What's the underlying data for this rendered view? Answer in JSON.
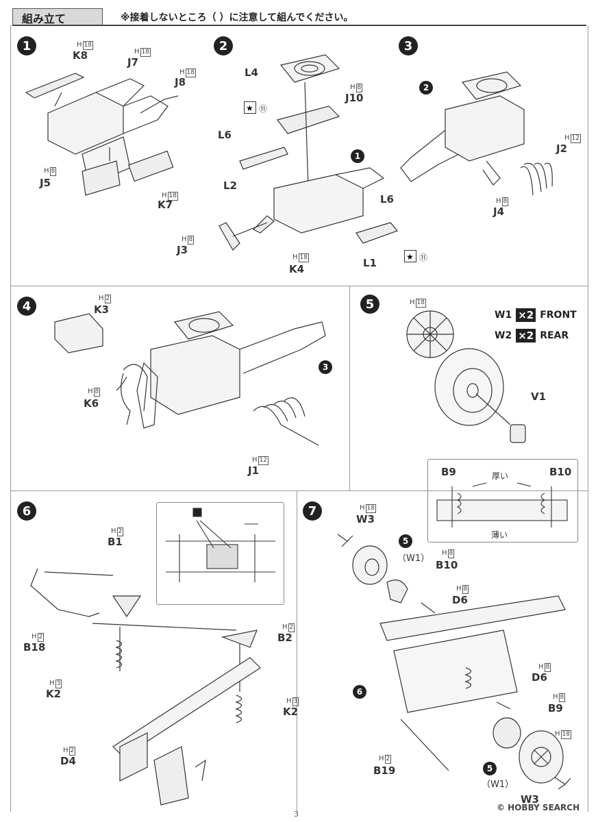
{
  "header": {
    "title": "組み立て",
    "note": "※接着しないところ（ ）に注意して組んでください。"
  },
  "steps": [
    "1",
    "2",
    "3",
    "4",
    "5",
    "6",
    "7"
  ],
  "step1": {
    "parts": [
      {
        "name": "K8",
        "runner": "H",
        "num": "18"
      },
      {
        "name": "J7",
        "runner": "H",
        "num": "18"
      },
      {
        "name": "J8",
        "runner": "H",
        "num": "18"
      },
      {
        "name": "J5",
        "runner": "H",
        "num": "8"
      },
      {
        "name": "K7",
        "runner": "H",
        "num": "18"
      }
    ]
  },
  "step2": {
    "parts": [
      {
        "name": "L4",
        "runner": "",
        "num": ""
      },
      {
        "name": "J10",
        "runner": "H",
        "num": "8"
      },
      {
        "name": "L6",
        "runner": "",
        "num": ""
      },
      {
        "name": "L2",
        "runner": "",
        "num": ""
      },
      {
        "name": "L6",
        "runner": "",
        "num": ""
      },
      {
        "name": "J3",
        "runner": "H",
        "num": "8"
      },
      {
        "name": "K4",
        "runner": "H",
        "num": "18"
      },
      {
        "name": "L1",
        "runner": "",
        "num": ""
      }
    ],
    "ref": "1",
    "paint": "⑪"
  },
  "step3": {
    "parts": [
      {
        "name": "J2",
        "runner": "H",
        "num": "12"
      },
      {
        "name": "J4",
        "runner": "H",
        "num": "8"
      }
    ],
    "ref": "2"
  },
  "step4": {
    "parts": [
      {
        "name": "K3",
        "runner": "H",
        "num": "2"
      },
      {
        "name": "K6",
        "runner": "H",
        "num": "8"
      },
      {
        "name": "J1",
        "runner": "H",
        "num": "12"
      }
    ],
    "ref": "3"
  },
  "step5": {
    "wheel_runner": {
      "runner": "H",
      "num": "18"
    },
    "w1": "W1",
    "w1_qty": "×2",
    "w1_label": "FRONT",
    "w2": "W2",
    "w2_qty": "×2",
    "w2_label": "REAR",
    "v1": "V1",
    "inset": {
      "b9": "B9",
      "b10": "B10",
      "thick": "厚い",
      "thin": "薄い"
    }
  },
  "step6": {
    "parts": [
      {
        "name": "B1",
        "runner": "H",
        "num": "2"
      },
      {
        "name": "B18",
        "runner": "H",
        "num": "2"
      },
      {
        "name": "B2",
        "runner": "H",
        "num": "2"
      },
      {
        "name": "K2",
        "runner": "H",
        "num": "3"
      },
      {
        "name": "K2",
        "runner": "H",
        "num": "3"
      },
      {
        "name": "D4",
        "runner": "H",
        "num": "2"
      }
    ]
  },
  "step7": {
    "parts": [
      {
        "name": "W3",
        "runner": "H",
        "num": "18"
      },
      {
        "name": "B10",
        "runner": "H",
        "num": "8"
      },
      {
        "name": "D6",
        "runner": "H",
        "num": "8"
      },
      {
        "name": "D6",
        "runner": "H",
        "num": "8"
      },
      {
        "name": "B9",
        "runner": "H",
        "num": "8"
      },
      {
        "name": "B19",
        "runner": "H",
        "num": "2"
      },
      {
        "name": "W3",
        "runner": "H",
        "num": "18"
      }
    ],
    "ref5": "5",
    "ref6": "6",
    "w1": "（W1）"
  },
  "footer": {
    "page": "3",
    "watermark": "© HOBBY SEARCH"
  }
}
